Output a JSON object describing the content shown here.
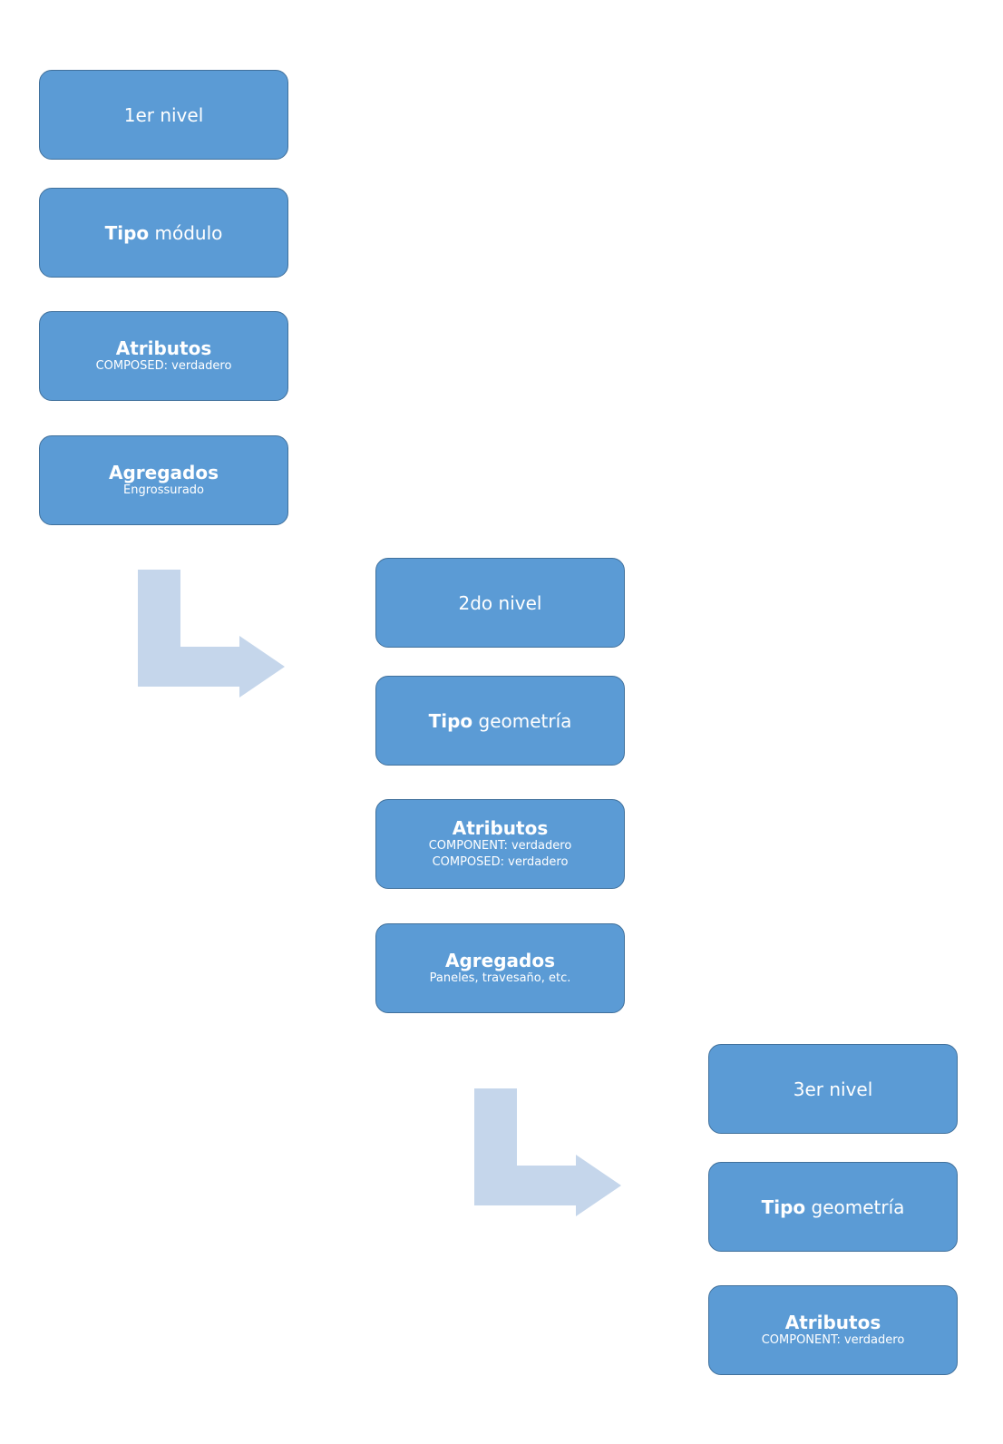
{
  "levels": [
    {
      "boxes": [
        {
          "kind": "plain",
          "text": "1er nivel"
        },
        {
          "kind": "mixed",
          "bold": "Tipo",
          "rest": " módulo"
        },
        {
          "kind": "detail",
          "title": "Atributos",
          "lines": [
            "COMPOSED: verdadero"
          ]
        },
        {
          "kind": "detail",
          "title": "Agregados",
          "lines": [
            "Engrossurado"
          ]
        }
      ]
    },
    {
      "boxes": [
        {
          "kind": "plain",
          "text": "2do nivel"
        },
        {
          "kind": "mixed",
          "bold": "Tipo",
          "rest": " geometría"
        },
        {
          "kind": "detail",
          "title": "Atributos",
          "lines": [
            "COMPONENT: verdadero",
            "COMPOSED: verdadero"
          ]
        },
        {
          "kind": "detail",
          "title": "Agregados",
          "lines": [
            "Paneles, travesaño, etc."
          ]
        }
      ]
    },
    {
      "boxes": [
        {
          "kind": "plain",
          "text": "3er nivel"
        },
        {
          "kind": "mixed",
          "bold": "Tipo",
          "rest": " geometría"
        },
        {
          "kind": "detail",
          "title": "Atributos",
          "lines": [
            "COMPONENT: verdadero"
          ]
        }
      ]
    }
  ],
  "colors": {
    "box_fill": "#5b9bd5",
    "box_border": "#41719c",
    "box_text": "#ffffff",
    "arrow_fill": "#c5d6eb"
  }
}
